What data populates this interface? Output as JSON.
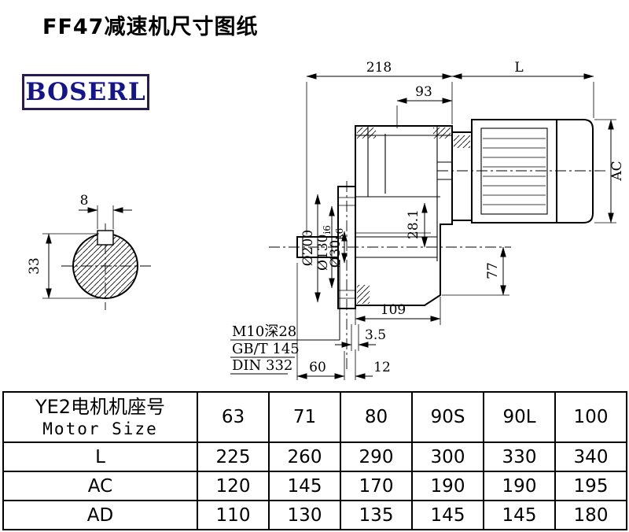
{
  "page": {
    "title": "FF47减速机尺寸图纸",
    "brand": "BOSERL",
    "brand_text_color": "#14148c",
    "brand_border_color": "#2a1a52"
  },
  "drawing": {
    "dims": {
      "top_width": "218",
      "motor_length": "L",
      "inner_width": "93",
      "motor_dia": "AC",
      "key_width": "8",
      "shaft_dia_side": "33",
      "flange_od": "Ø200",
      "spigot_od": "Ø130",
      "spigot_tol": "i6",
      "shaft_od": "Ø30",
      "shaft_tol": "k6",
      "bore_depth": "28.1",
      "center_height": "77",
      "housing_width": "109",
      "gap": "3.5",
      "shaft_length": "60",
      "flange_thickness": "12"
    },
    "notes": {
      "tapped_hole": "M10深28",
      "standard_gb": "GB/T 145",
      "standard_din": "DIN 332"
    }
  },
  "table": {
    "header_col": {
      "line1": "YE2电机机座号",
      "line2": "Motor Size"
    },
    "sizes": [
      "63",
      "71",
      "80",
      "90S",
      "90L",
      "100"
    ],
    "rows": [
      {
        "label": "L",
        "values": [
          "225",
          "260",
          "290",
          "300",
          "330",
          "340"
        ]
      },
      {
        "label": "AC",
        "values": [
          "120",
          "145",
          "170",
          "190",
          "190",
          "195"
        ]
      },
      {
        "label": "AD",
        "values": [
          "110",
          "130",
          "135",
          "145",
          "145",
          "180"
        ]
      }
    ]
  }
}
